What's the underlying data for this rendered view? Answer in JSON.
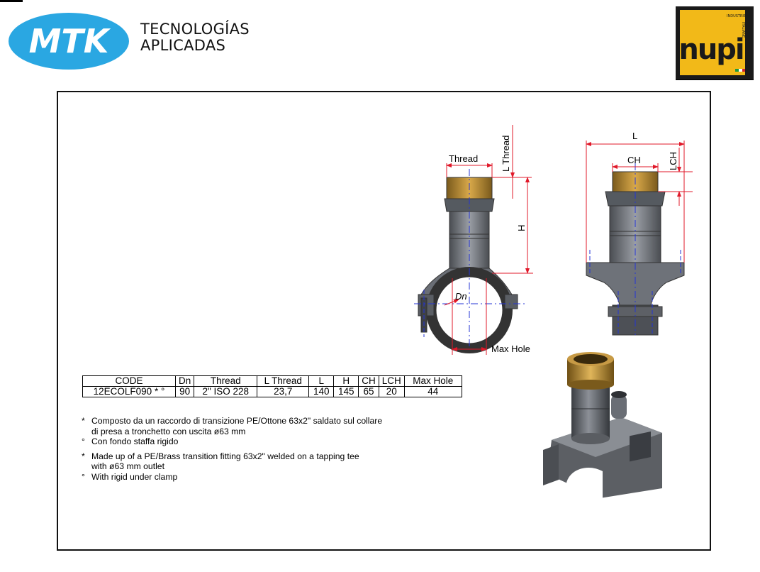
{
  "header": {
    "logo_left": {
      "text": "MTK",
      "color": "#2aa7e2"
    },
    "tagline_line1": "TECNOLOGÍAS",
    "tagline_line2": "APLICADAS",
    "logo_right": {
      "text": "nupi",
      "small_text_1": "INDUSTRIE",
      "small_text_2": "ITALIANE",
      "color": "#f2b918"
    }
  },
  "drawing_labels": {
    "thread": "Thread",
    "l_thread": "L Thread",
    "h": "H",
    "dn": "Dn",
    "max_hole": "Max Hole",
    "l": "L",
    "ch": "CH",
    "lch": "LCH"
  },
  "table": {
    "headers": [
      "CODE",
      "Dn",
      "Thread",
      "L Thread",
      "L",
      "H",
      "CH",
      "LCH",
      "Max Hole"
    ],
    "rows": [
      [
        "12ECOLF090 * °",
        "90",
        "2\" ISO 228",
        "23,7",
        "140",
        "145",
        "65",
        "20",
        "44"
      ]
    ]
  },
  "notes": {
    "it_1_mark": "*",
    "it_1_line1": "Composto da un raccordo di transizione PE/Ottone 63x2\" saldato sul collare",
    "it_1_line2": "di presa a tronchetto con uscita ø63 mm",
    "it_2_mark": "°",
    "it_2": "Con fondo staffa rigido",
    "en_1_mark": "*",
    "en_1_line1": "Made up of a PE/Brass transition fitting 63x2\" welded on a tapping tee",
    "en_1_line2": "with ø63 mm outlet",
    "en_2_mark": "°",
    "en_2": "With rigid under clamp"
  },
  "colors": {
    "dimension_red": "#e0192a",
    "axis_blue": "#2434d6",
    "body_gray": "#7d8188",
    "brass": "#b8892e"
  }
}
